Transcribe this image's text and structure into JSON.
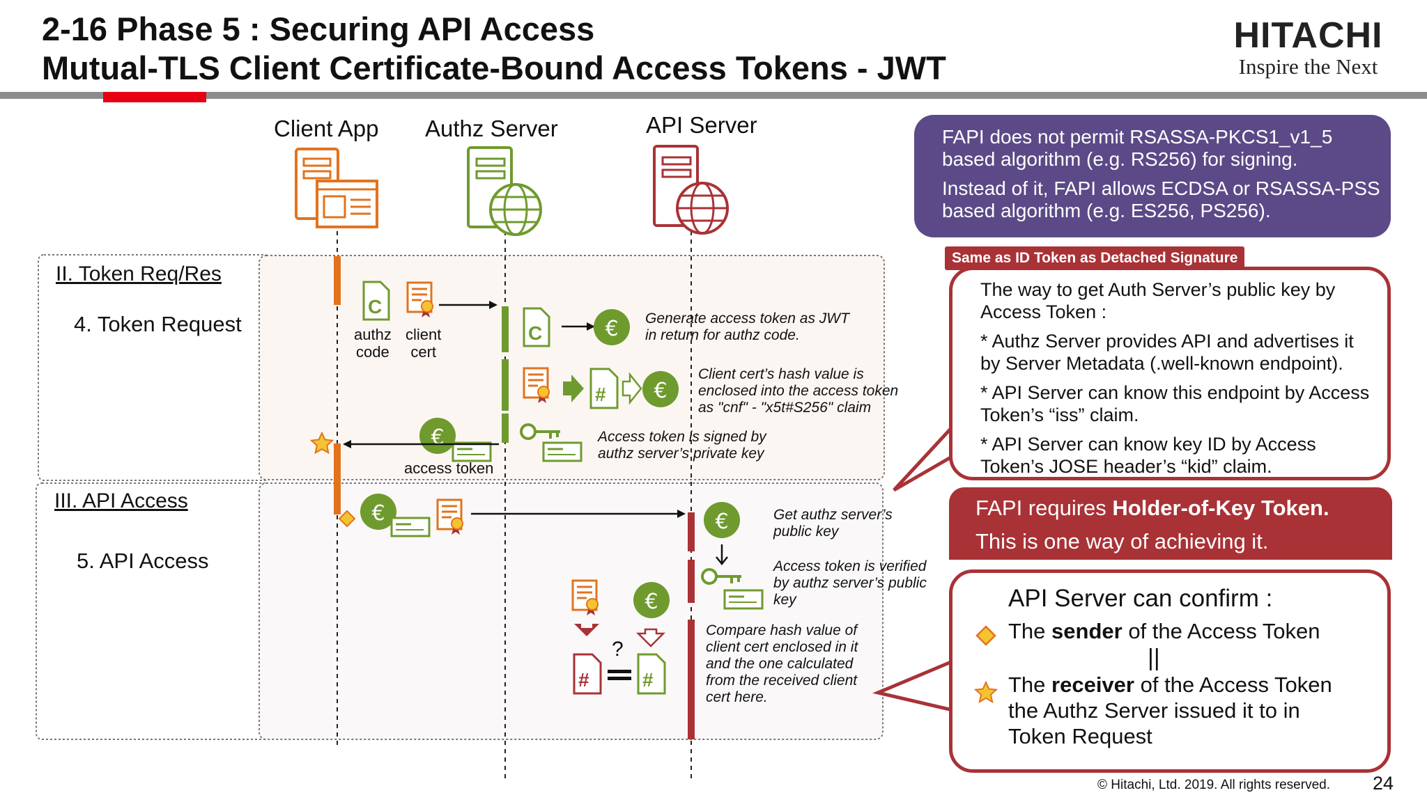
{
  "header": {
    "title_line1": "2-16 Phase 5 : Securing API Access",
    "title_line2": "Mutual-TLS Client Certificate-Bound Access Tokens - JWT",
    "logo_brand": "HITACHI",
    "logo_tagline": "Inspire the Next"
  },
  "columns": {
    "client_app": "Client App",
    "authz_server": "Authz Server",
    "api_server": "API Server"
  },
  "sections": {
    "token": {
      "title": "II. Token Req/Res",
      "step": "4. Token Request"
    },
    "api": {
      "title": "III. API Access",
      "step": "5. API Access"
    }
  },
  "icons_text": {
    "authz_code": [
      "authz",
      "code"
    ],
    "client_cert": [
      "client",
      "cert"
    ],
    "access_token": "access token",
    "question": "?"
  },
  "notes": {
    "generate": [
      "Generate access token as JWT",
      "in return for authz code."
    ],
    "hash": [
      "Client cert’s hash value is",
      "enclosed into the access token",
      "as \"cnf\" - \"x5t#S256\" claim"
    ],
    "signed": [
      "Access token is signed by",
      "authz server’s private key"
    ],
    "get_key": [
      "Get authz server’s",
      "public key"
    ],
    "verified": [
      "Access token is verified",
      "by authz server’s public",
      "key"
    ],
    "compare": [
      "Compare hash value of",
      "client cert enclosed in it",
      "and the one calculated",
      "from the received client",
      "cert here."
    ]
  },
  "callout_purple": {
    "p1": "FAPI does not permit RSASSA-PKCS1_v1_5 based algorithm (e.g. RS256) for signing.",
    "p2": "Instead of it, FAPI allows ECDSA or RSASSA-PSS based algorithm (e.g. ES256, PS256)."
  },
  "detached_label": "Same as ID Token as Detached Signature",
  "bubble_public_key": {
    "intro": "The way to get Auth Server’s public key by Access Token :",
    "b1": "* Authz Server provides API and advertises it by Server Metadata (.well-known endpoint).",
    "b2": "* API Server can know this endpoint by Access Token’s “iss” claim.",
    "b3": "* API Server can know key ID by Access Token’s JOSE header’s “kid” claim."
  },
  "holder_of_key": {
    "prefix": "FAPI requires ",
    "bold": "Holder-of-Key Token.",
    "line2": "This is one way of achieving it."
  },
  "confirm": {
    "heading": "API Server can confirm :",
    "sender_pre": "The ",
    "sender_bold": "sender",
    "sender_post": " of the Access Token",
    "equals": "||",
    "receiver_pre": "The ",
    "receiver_bold": "receiver",
    "receiver_post": " of the Access Token",
    "receiver_line2": "the Authz Server issued it to in",
    "receiver_line3": "Token Request"
  },
  "footer": {
    "copyright": "© Hitachi, Ltd. 2019. All rights reserved.",
    "page": "24"
  },
  "colors": {
    "orange": "#e2731d",
    "green": "#6f9a2e",
    "red": "#a93236",
    "purple": "#5b4a87",
    "brand_red": "#e60012"
  }
}
